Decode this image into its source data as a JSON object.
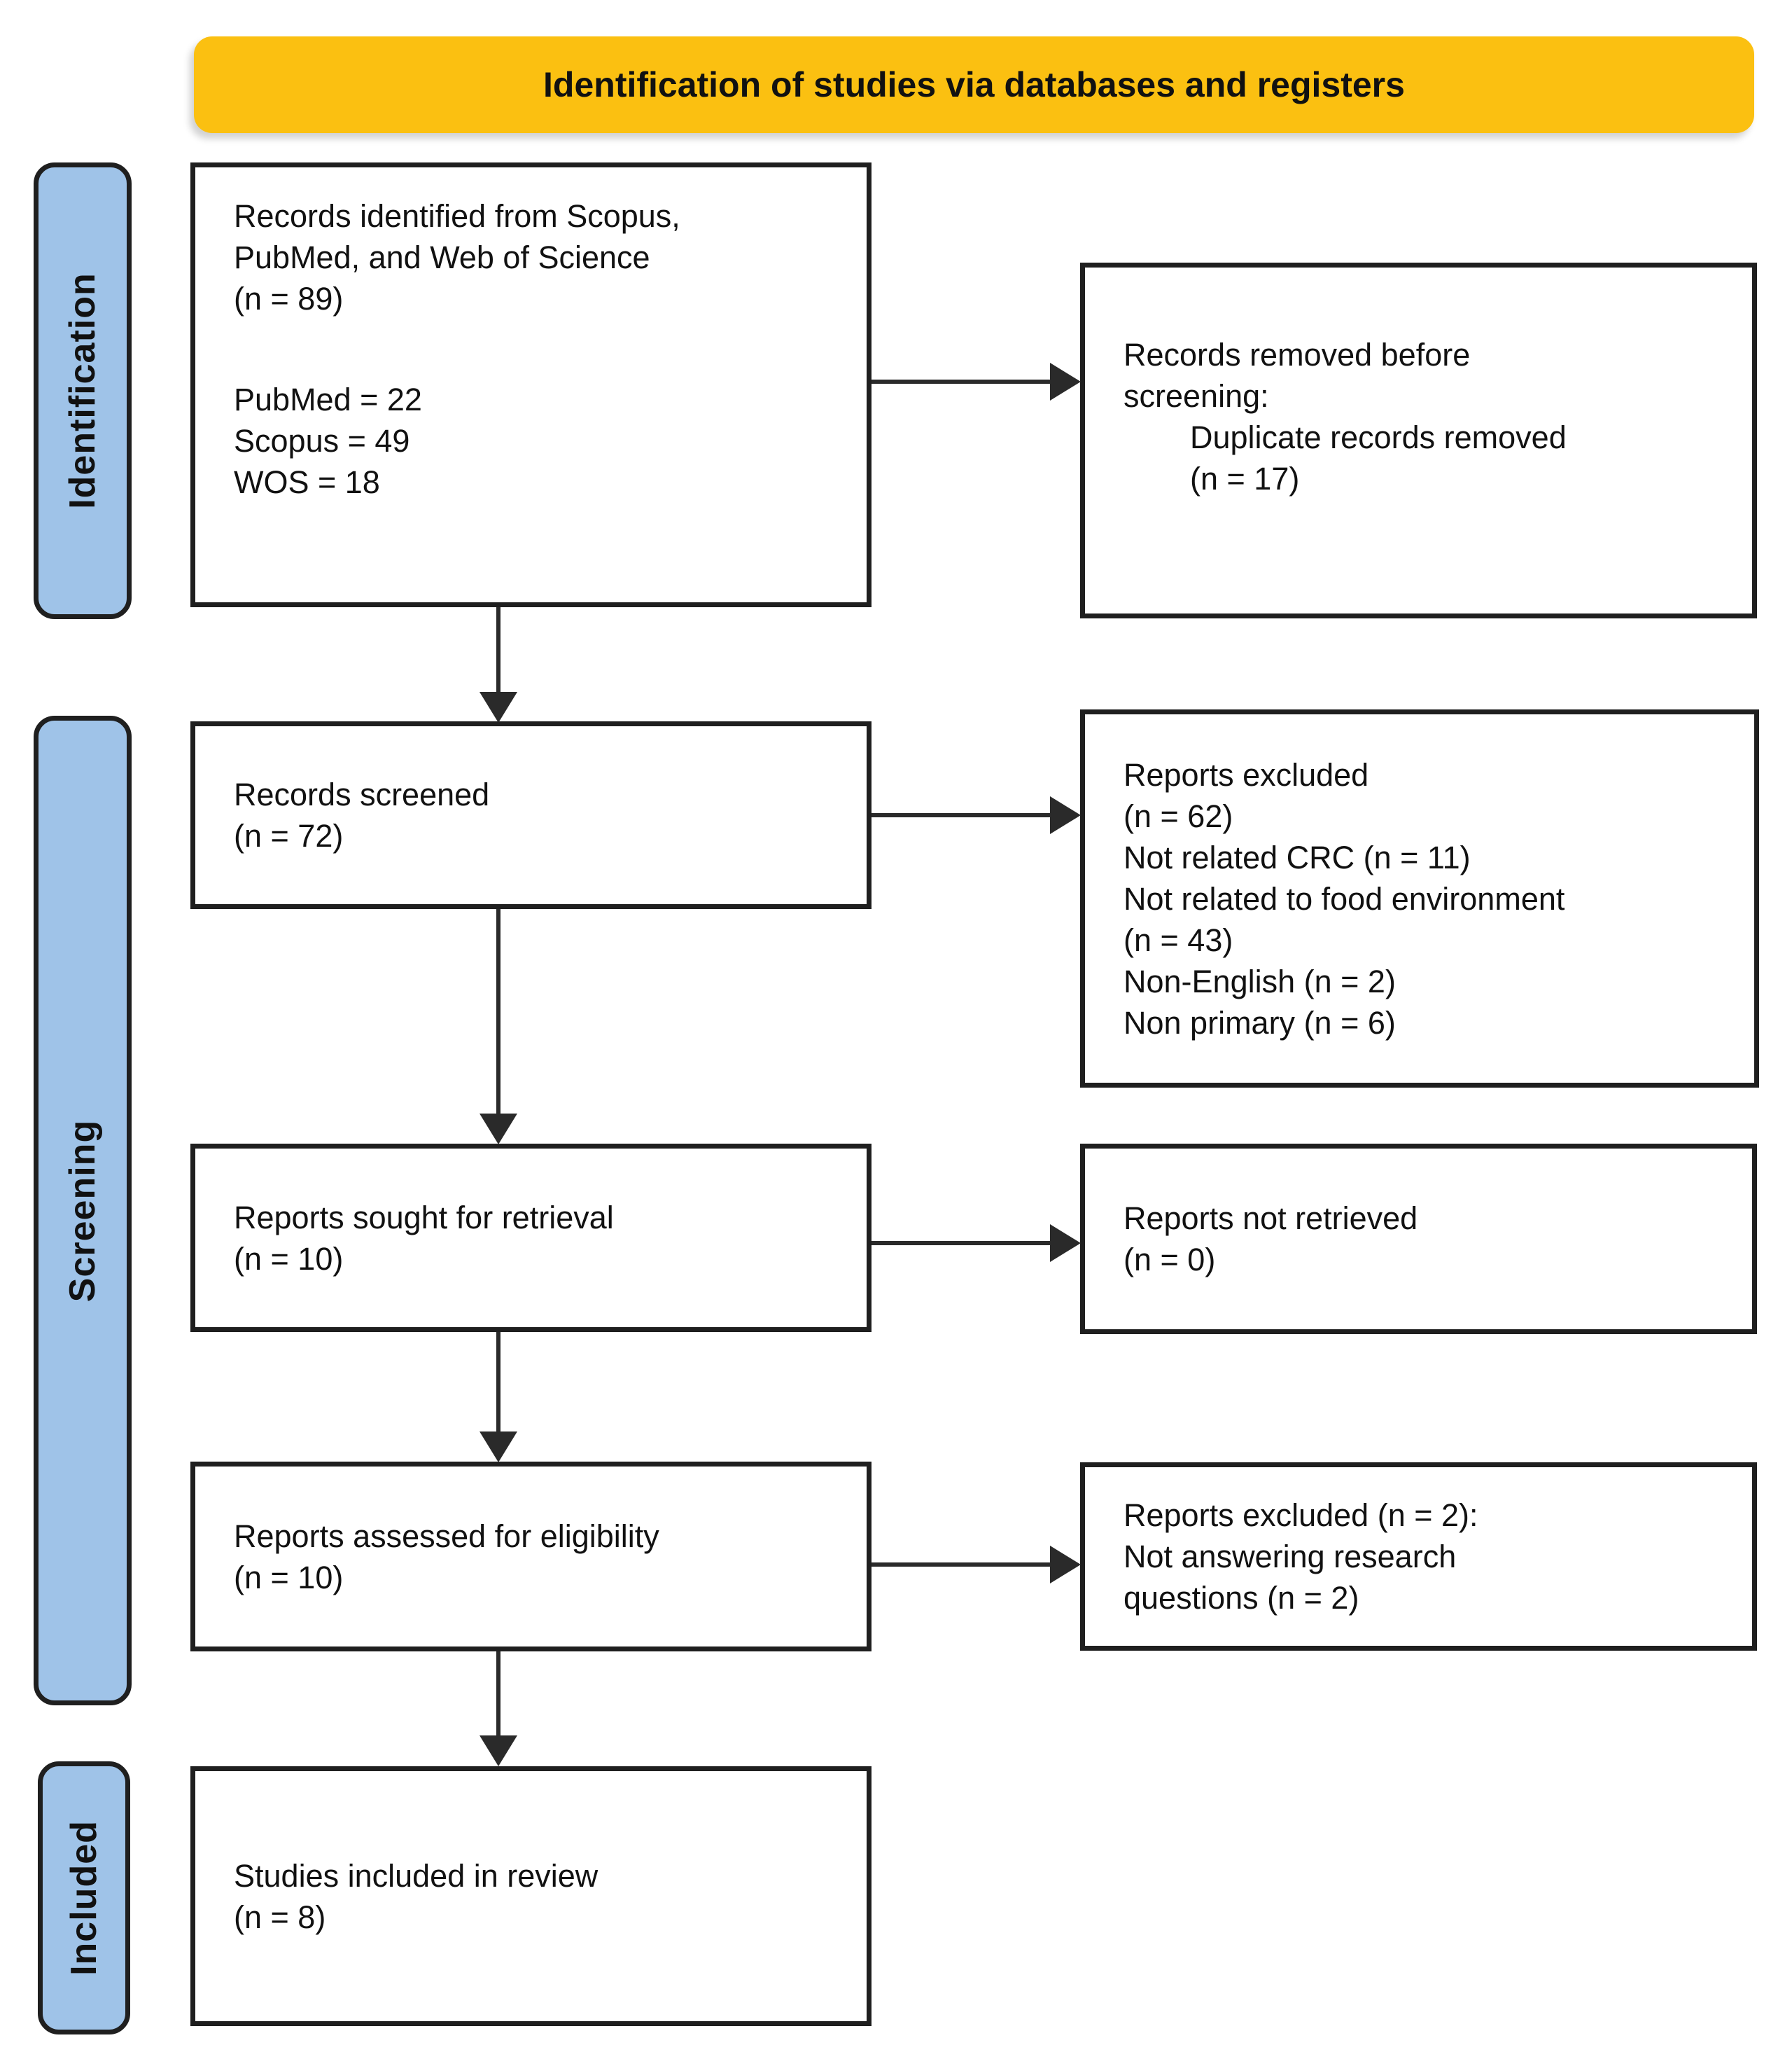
{
  "banner": {
    "title": "Identification of studies via databases and registers"
  },
  "stages": [
    {
      "label": "Identification"
    },
    {
      "label": "Screening"
    },
    {
      "label": "Included"
    }
  ],
  "boxes": {
    "identified": {
      "lines": [
        "Records identified from Scopus,",
        "PubMed, and Web of Science",
        "(n = 89)",
        "",
        "PubMed = 22",
        "Scopus = 49",
        "WOS = 18"
      ]
    },
    "removed": {
      "lines": [
        "Records removed before",
        "screening:",
        "Duplicate records removed",
        "(n = 17)"
      ]
    },
    "screened": {
      "lines": [
        "Records screened",
        "(n = 72)"
      ]
    },
    "excluded_screening": {
      "lines": [
        "Reports excluded",
        "(n = 62)",
        "Not related CRC (n = 11)",
        "Not related to food environment",
        "(n = 43)",
        "Non-English (n = 2)",
        "Non primary (n = 6)"
      ]
    },
    "sought": {
      "lines": [
        "Reports sought for retrieval",
        "(n = 10)"
      ]
    },
    "not_retrieved": {
      "lines": [
        "Reports not retrieved",
        "(n = 0)"
      ]
    },
    "assessed": {
      "lines": [
        "Reports assessed for eligibility",
        "(n = 10)"
      ]
    },
    "excluded_eligibility": {
      "lines": [
        "Reports excluded (n = 2):",
        "Not answering research",
        "questions (n = 2)"
      ]
    },
    "included": {
      "lines": [
        "Studies included in review",
        "(n = 8)"
      ]
    }
  },
  "colors": {
    "banner_fill": "#FBC011",
    "stage_fill": "#9FC3E8",
    "box_border": "#1F1F1F",
    "arrow": "#2A2A2A",
    "text": "#111111"
  }
}
